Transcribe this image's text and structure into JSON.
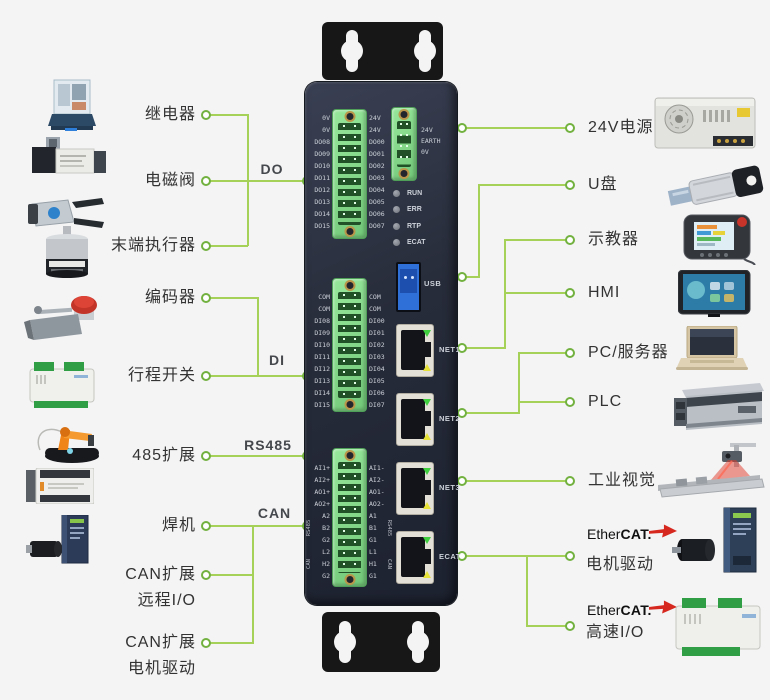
{
  "left_items": {
    "relay": "继电器",
    "solenoid": "电磁阀",
    "end_effector": "末端执行器",
    "encoder": "编码器",
    "limit_switch": "行程开关",
    "rs485_expansion": "485扩展",
    "welder": "焊机",
    "can_exp_io_line1": "CAN扩展",
    "can_exp_io_line2": "远程I/O",
    "can_exp_drive_line1": "CAN扩展",
    "can_exp_drive_line2": "电机驱动"
  },
  "right_items": {
    "power_24v": "24V电源",
    "usb_disk": "U盘",
    "teach_pendant": "示教器",
    "hmi": "HMI",
    "pc_server": "PC/服务器",
    "plc": "PLC",
    "industrial_vision": "工业视觉",
    "ecat_motor_drive": "电机驱动",
    "ecat_highspeed_io": "高速I/O"
  },
  "bus_labels": {
    "do": "DO",
    "di": "DI",
    "rs485": "RS485",
    "can": "CAN"
  },
  "ethercat_logo": {
    "part1": "Ether",
    "part2": "CAT."
  },
  "device": {
    "power_pins": [
      "24V",
      "EARTH",
      "0V"
    ],
    "leds": [
      "RUN",
      "ERR",
      "RTP",
      "ECAT"
    ],
    "usb_label": "USB",
    "ports": [
      "NET1",
      "NET2",
      "NET3",
      "ECAT"
    ],
    "do_left": [
      "0V",
      "0V",
      "DO08",
      "DO09",
      "DO10",
      "DO11",
      "DO12",
      "DO13",
      "DO14",
      "DO15"
    ],
    "do_right": [
      "24V",
      "24V",
      "DO00",
      "DO01",
      "DO02",
      "DO03",
      "DO04",
      "DO05",
      "DO06",
      "DO07"
    ],
    "di_left": [
      "COM",
      "COM",
      "DI08",
      "DI09",
      "DI10",
      "DI11",
      "DI12",
      "DI13",
      "DI14",
      "DI15"
    ],
    "di_right": [
      "COM",
      "COM",
      "DI00",
      "DI01",
      "DI02",
      "DI03",
      "DI04",
      "DI05",
      "DI06",
      "DI07"
    ],
    "aio_left": [
      "AI1+",
      "AI2+",
      "AO1+",
      "AO2+",
      "A2",
      "B2",
      "G2",
      "L2",
      "H2",
      "G2"
    ],
    "aio_right": [
      "AI1-",
      "AI2-",
      "AO1-",
      "AO2-",
      "A1",
      "B1",
      "G1",
      "L1",
      "H1",
      "G1"
    ],
    "rs485_group": "RS485",
    "can_group": "CAN"
  },
  "colors": {
    "line_green": "#a6d158",
    "node_green": "#72b13f",
    "terminal_green": "#7fd487",
    "usb_blue": "#2f6fd8",
    "ethercat_red": "#d6281e",
    "device_dark": "#272c3a"
  }
}
